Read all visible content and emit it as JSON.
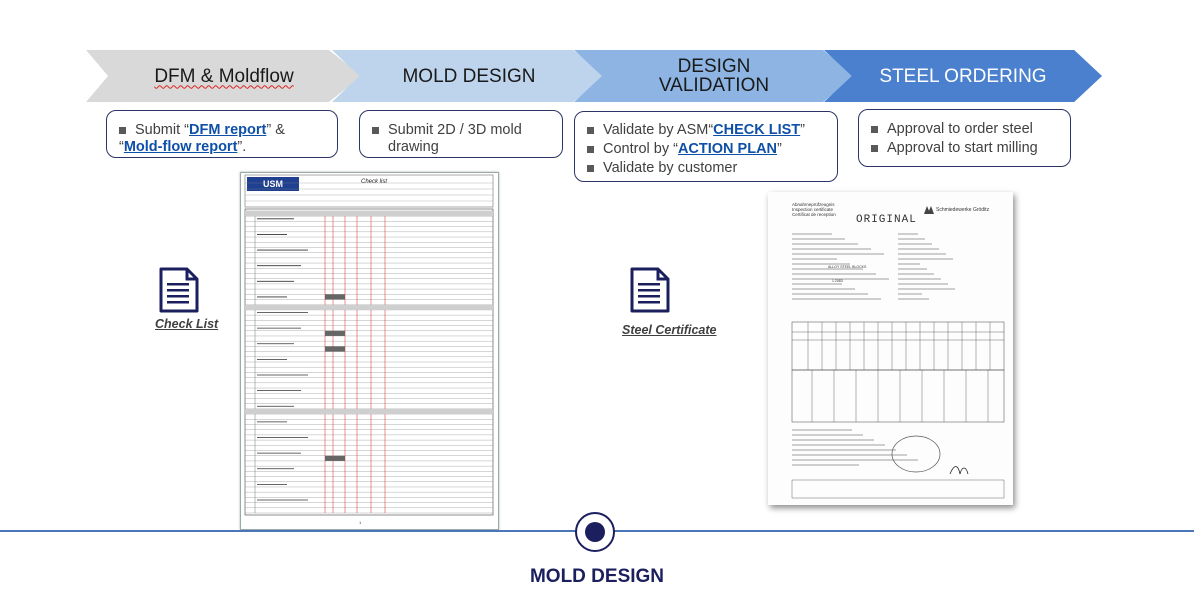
{
  "steps": [
    {
      "label": "DFM & Moldflow"
    },
    {
      "label": "MOLD DESIGN"
    },
    {
      "label_line1": "DESIGN",
      "label_line2": "VALIDATION"
    },
    {
      "label": "STEEL ORDERING"
    }
  ],
  "card1": {
    "t1": "Submit “",
    "link1": "DFM report",
    "t2": "” &",
    "t3": "“",
    "link2": "Mold-flow report",
    "t4": "”."
  },
  "card2": {
    "line1": "Submit 2D / 3D mold",
    "line2": "drawing"
  },
  "card3": {
    "i1_text": "Validate  by ASM“",
    "i1_link": "CHECK LIST",
    "i1_end": "”",
    "i2_text": "Control by “",
    "i2_link": "ACTION PLAN",
    "i2_end": "”",
    "i3_text": "Validate  by customer"
  },
  "card4": {
    "i1": "Approval to order steel",
    "i2": "Approval to start milling"
  },
  "check_list": {
    "caption": "Check List",
    "logo": "USM",
    "header_title": "Check list",
    "rows": 58
  },
  "steel_certificate": {
    "caption": "Steel Certificate",
    "line1": "Abnahmeprüfzeugnis",
    "line2": "Inspection certificate",
    "line3": "Certificat de reception",
    "stamp": "ORIGINAL",
    "company": "Schmiedewerke Gröditz",
    "product": "ALLOY STEEL BLOCKS",
    "grade": "1.2083"
  },
  "footer": {
    "title": "MOLD DESIGN"
  },
  "colors": {
    "accent": "#1b1f5e",
    "line": "#4a76b9",
    "link": "#0e4fa8"
  },
  "icons": [
    "document-icon",
    "document-icon"
  ]
}
